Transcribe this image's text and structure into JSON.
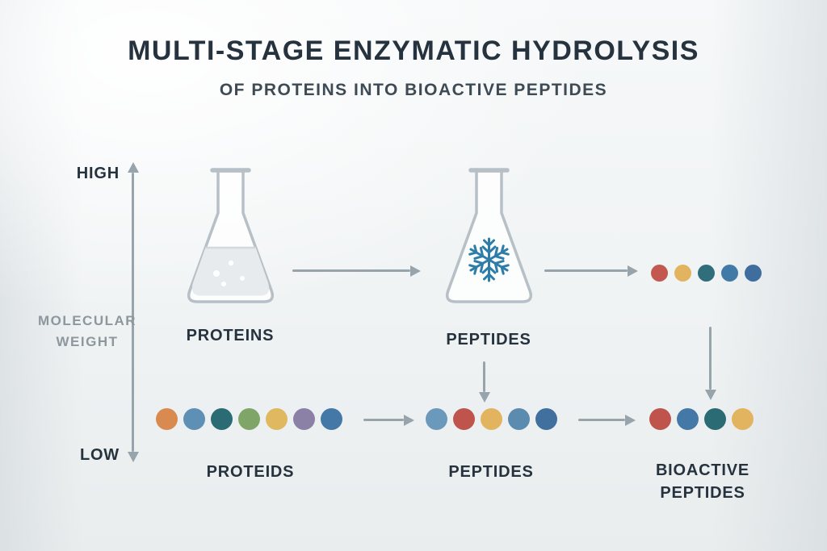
{
  "header": {
    "title": "MULTI-STAGE ENZYMATIC HYDROLYSIS",
    "subtitle": "OF PROTEINS INTO BIOACTIVE PEPTIDES"
  },
  "axis": {
    "high": "HIGH",
    "low": "LOW",
    "name_line1": "MOLECULAR",
    "name_line2": "WEIGHT"
  },
  "labels": {
    "proteins": "PROTEINS",
    "peptides_top": "PEPTIDES",
    "proteids": "PROTEIDS",
    "peptides_bottom": "PEPTIDES",
    "bioactive_line1": "BIOACTIVE",
    "bioactive_line2": "PEPTIDES"
  },
  "dots": {
    "top_right": [
      "#c2584f",
      "#e2b45f",
      "#306e7c",
      "#4179a7",
      "#3f6d9d"
    ],
    "bottom_left": [
      "#d98a4e",
      "#5e8fb5",
      "#2a6b74",
      "#7fa668",
      "#e0b85f",
      "#8b80a5",
      "#4478a6"
    ],
    "bottom_middle": [
      "#6a99bb",
      "#bf544c",
      "#e2b45f",
      "#5b8cb0",
      "#416f9e"
    ],
    "bottom_right": [
      "#bf544c",
      "#4478a6",
      "#2a6b74",
      "#e2b45f"
    ]
  },
  "colors": {
    "arrow": "#98a4ab",
    "snowflake": "#2d7da8",
    "text_dark": "#26333e",
    "text_muted": "#8d979e",
    "flask_stroke": "#b7c0c6"
  }
}
